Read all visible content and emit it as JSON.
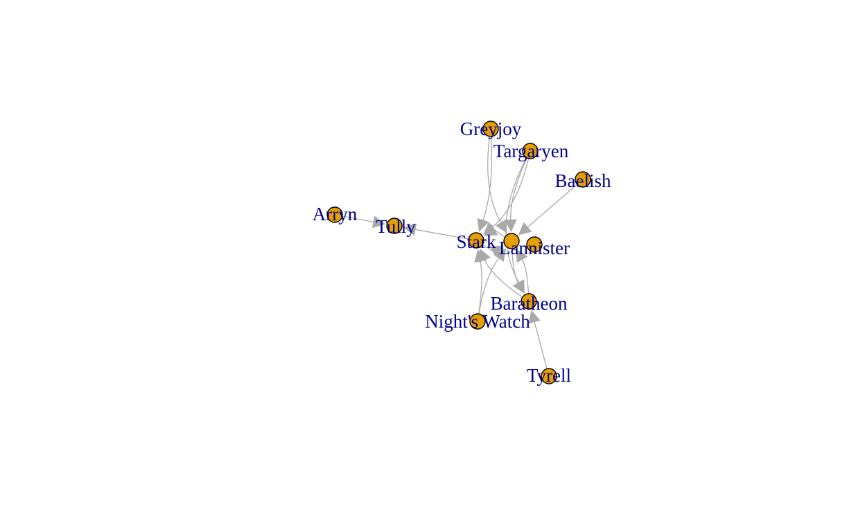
{
  "graph": {
    "nodes": [
      {
        "id": "greyjoy",
        "label": "Greyjoy"
      },
      {
        "id": "targaryen",
        "label": "Targaryen"
      },
      {
        "id": "baelish",
        "label": "Baelish"
      },
      {
        "id": "arryn",
        "label": "Arryn"
      },
      {
        "id": "tully",
        "label": "Tully"
      },
      {
        "id": "stark",
        "label": "Stark"
      },
      {
        "id": "lannister",
        "label": "Lannister"
      },
      {
        "id": "baratheon",
        "label": "Baratheon"
      },
      {
        "id": "nightswatch",
        "label": "Night's Watch"
      },
      {
        "id": "tyrell",
        "label": "Tyrell"
      }
    ],
    "edges": [
      {
        "from": "arryn",
        "to": "tully"
      },
      {
        "from": "stark",
        "to": "tully"
      },
      {
        "from": "greyjoy",
        "to": "lannister"
      },
      {
        "from": "greyjoy",
        "to": "stark"
      },
      {
        "from": "targaryen",
        "to": "lannister"
      },
      {
        "from": "targaryen",
        "to": "stark"
      },
      {
        "from": "targaryen",
        "to": "baratheon"
      },
      {
        "from": "baelish",
        "to": "lannister"
      },
      {
        "from": "stark",
        "to": "lannister"
      },
      {
        "from": "lannister",
        "to": "stark"
      },
      {
        "from": "baratheon",
        "to": "lannister"
      },
      {
        "from": "baratheon",
        "to": "stark"
      },
      {
        "from": "lannister",
        "to": "baratheon"
      },
      {
        "from": "nightswatch",
        "to": "stark"
      },
      {
        "from": "nightswatch",
        "to": "lannister"
      },
      {
        "from": "tyrell",
        "to": "baratheon"
      }
    ],
    "colors": {
      "node_fill": "#e69f00",
      "node_stroke": "#000000",
      "edge": "#a9a9a9",
      "label": "#00008b"
    }
  }
}
